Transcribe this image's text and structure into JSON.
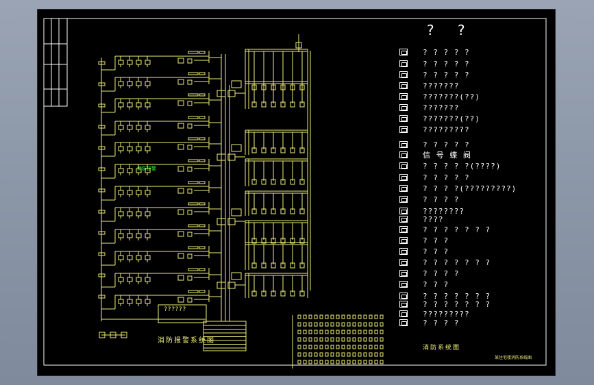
{
  "drawing": {
    "header_symbols": [
      "?",
      "?"
    ],
    "diagram_title": "消防报警系统图",
    "right_title": "消防系统图",
    "corner_note": "某住宅楼消防系统图",
    "control_box_label": "??????",
    "highlight_label": "消防报警",
    "legend": [
      {
        "icon": "module-icon",
        "text": "? ? ? ? ?"
      },
      {
        "icon": "panel-icon",
        "text": "? ? ? ? ?"
      },
      {
        "icon": "box-icon",
        "text": "? ? ? ? ?"
      },
      {
        "icon": "square-icon",
        "text": "???????"
      },
      {
        "icon": "detector-icon",
        "text": "???????(??)"
      },
      {
        "icon": "relay-icon",
        "text": "???????"
      },
      {
        "icon": "relay-b-icon",
        "text": "???????(??)"
      },
      {
        "icon": "dual-icon",
        "text": "?????????"
      },
      {
        "icon": "small-box-icon",
        "text": "? ? ? ? ?"
      },
      {
        "icon": "signal-valve-icon",
        "text": "信 号 蝶 阀"
      },
      {
        "icon": "alarm-valve-icon",
        "text": "? ? ? ? ?(????)"
      },
      {
        "icon": "bell-icon",
        "text": "? ? ? ? ?"
      },
      {
        "icon": "gate-valve-icon",
        "text": "? ? ? ?(?????????)"
      },
      {
        "icon": "flow-icon",
        "text": "? ? ? ?"
      },
      {
        "icon": "speaker-icon",
        "text": "????????"
      },
      {
        "icon": "speaker-sub-icon",
        "text": "????"
      },
      {
        "icon": "f-icon",
        "text": "? ? ? ? ? ? ?"
      },
      {
        "icon": "m-icon",
        "text": "? ? ?"
      },
      {
        "icon": "k-icon",
        "text": "? ? ?"
      },
      {
        "icon": "s-icon",
        "text": "? ? ? ? ? ? ?"
      },
      {
        "icon": "t-icon",
        "text": "? ? ? ?"
      },
      {
        "icon": "e-icon",
        "text": "? ? ?"
      },
      {
        "icon": "x-icon",
        "text": "? ? ? ? ? ? ?"
      },
      {
        "icon": "p-icon",
        "text": "? ? ? ? ? ? ?"
      },
      {
        "icon": "p-sub-icon",
        "text": "?????????"
      },
      {
        "icon": "z-icon",
        "text": "? ? ? ?"
      }
    ]
  }
}
